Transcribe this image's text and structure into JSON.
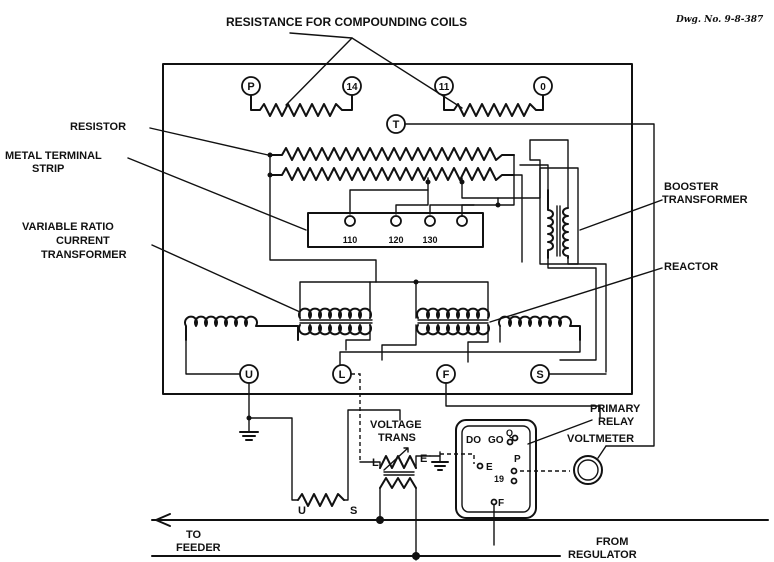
{
  "drawing_number": "Dwg. No. 9-8-387",
  "labels": {
    "resistance_compounding": "RESISTANCE FOR COMPOUNDING COILS",
    "resistor": "RESISTOR",
    "metal_terminal_strip_1": "METAL TERMINAL",
    "metal_terminal_strip_2": "STRIP",
    "variable_ratio_1": "VARIABLE RATIO",
    "variable_ratio_2": "CURRENT",
    "variable_ratio_3": "TRANSFORMER",
    "booster_1": "BOOSTER",
    "booster_2": "TRANSFORMER",
    "reactor": "REACTOR",
    "voltage_trans_1": "VOLTAGE",
    "voltage_trans_2": "TRANS",
    "primary_relay_1": "PRIMARY",
    "primary_relay_2": "RELAY",
    "voltmeter": "VOLTMETER",
    "to_feeder_1": "TO",
    "to_feeder_2": "FEEDER",
    "from_regulator_1": "FROM",
    "from_regulator_2": "REGULATOR"
  },
  "terminals": {
    "p": "P",
    "t14": "14",
    "t11": "11",
    "t0": "0",
    "t": "T",
    "u": "U",
    "l": "L",
    "f": "F",
    "s": "S"
  },
  "strip_taps": [
    "110",
    "120",
    "130"
  ],
  "relay_contacts": {
    "do": "DO",
    "go": "GO",
    "q": "Q",
    "e": "E",
    "p": "P",
    "n19": "19",
    "f": "F"
  },
  "trans_marks": {
    "l": "L",
    "e": "E"
  },
  "series_marks": {
    "u": "U",
    "s": "S"
  }
}
